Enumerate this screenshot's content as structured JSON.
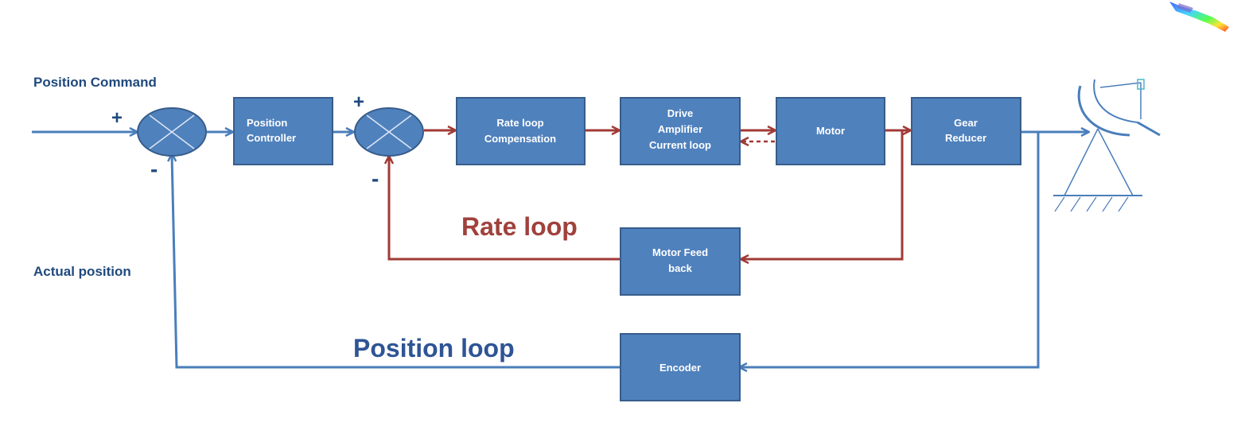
{
  "diagram": {
    "labels": {
      "position_command": "Position Command",
      "actual_position": "Actual position",
      "rate_loop": "Rate loop",
      "position_loop": "Position loop",
      "sum1_plus": "+",
      "sum1_minus": "-",
      "sum2_plus": "+",
      "sum2_minus": "-"
    },
    "blocks": {
      "position_controller": [
        "Position",
        "Controller"
      ],
      "rate_loop_compensation": [
        "Rate loop",
        "Compensation"
      ],
      "drive_amplifier": [
        "Drive",
        "Amplifier",
        "Current  loop"
      ],
      "motor": [
        "Motor"
      ],
      "gear_reducer": [
        "Gear",
        "Reducer"
      ],
      "motor_feedback": [
        "Motor Feed",
        "back"
      ],
      "encoder": [
        "Encoder"
      ]
    }
  },
  "colors": {
    "block_fill": "#4f81bd",
    "block_stroke": "#385d8a",
    "position_loop_line": "#4a7ebb",
    "rate_loop_line": "#a03a36",
    "rate_loop_text": "#a0413c",
    "position_loop_text": "#2f5496",
    "label_text": "#1f497d"
  }
}
